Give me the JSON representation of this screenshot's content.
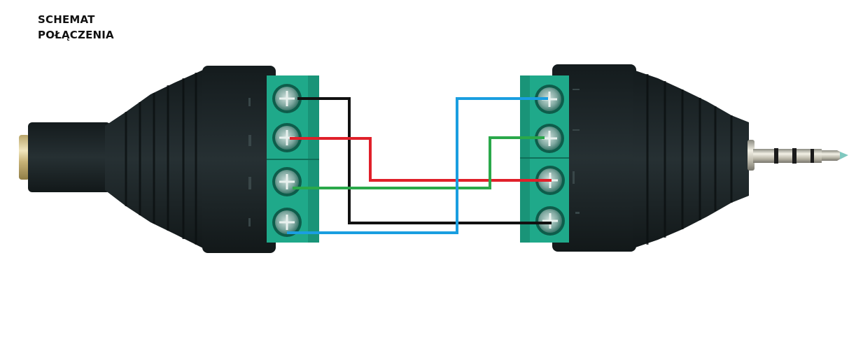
{
  "title": {
    "line1": "SCHEMAT",
    "line2": "POŁĄCZENIA"
  },
  "colors": {
    "wire_black": "#111111",
    "wire_red": "#e0202a",
    "wire_green": "#2aa84a",
    "wire_blue": "#1a9ee0",
    "terminal_block": "#1fa98a",
    "connector_body": "#1c2426",
    "gold": "#d8c58a"
  },
  "left_connector": {
    "type": "3.5mm female jack to 4-pin terminal block",
    "terminals": [
      "terminal-1",
      "terminal-2",
      "terminal-3",
      "terminal-4"
    ]
  },
  "right_connector": {
    "type": "3.5mm male plug (4-pole TRRS) to 4-pin terminal block",
    "terminals": [
      "terminal-1",
      "terminal-2",
      "terminal-3",
      "terminal-4"
    ]
  },
  "wires": [
    {
      "color": "black",
      "from": "left terminal 1",
      "to": "right terminal 4"
    },
    {
      "color": "red",
      "from": "left terminal 2",
      "to": "right terminal 3"
    },
    {
      "color": "green",
      "from": "left terminal 3",
      "to": "right terminal 2"
    },
    {
      "color": "blue",
      "from": "left terminal 4",
      "to": "right terminal 1"
    }
  ]
}
